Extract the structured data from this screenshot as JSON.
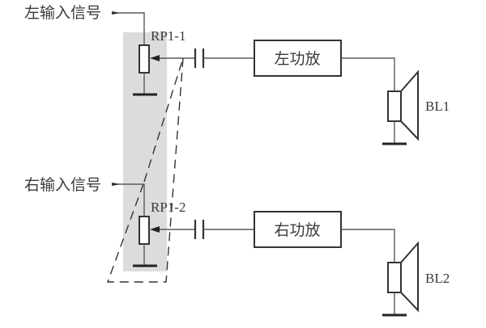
{
  "diagram": {
    "type": "dual-gang potentiometer stereo volume control circuit",
    "channels": [
      {
        "input_label": "左输入信号",
        "pot_label": "RP1-1",
        "amp_label": "左功放",
        "speaker_label": "BL1"
      },
      {
        "input_label": "右输入信号",
        "pot_label": "RP1-2",
        "amp_label": "右功放",
        "speaker_label": "BL2"
      }
    ],
    "colors": {
      "line": "#333333",
      "shade": "#dcdcdc",
      "background": "#ffffff"
    }
  }
}
